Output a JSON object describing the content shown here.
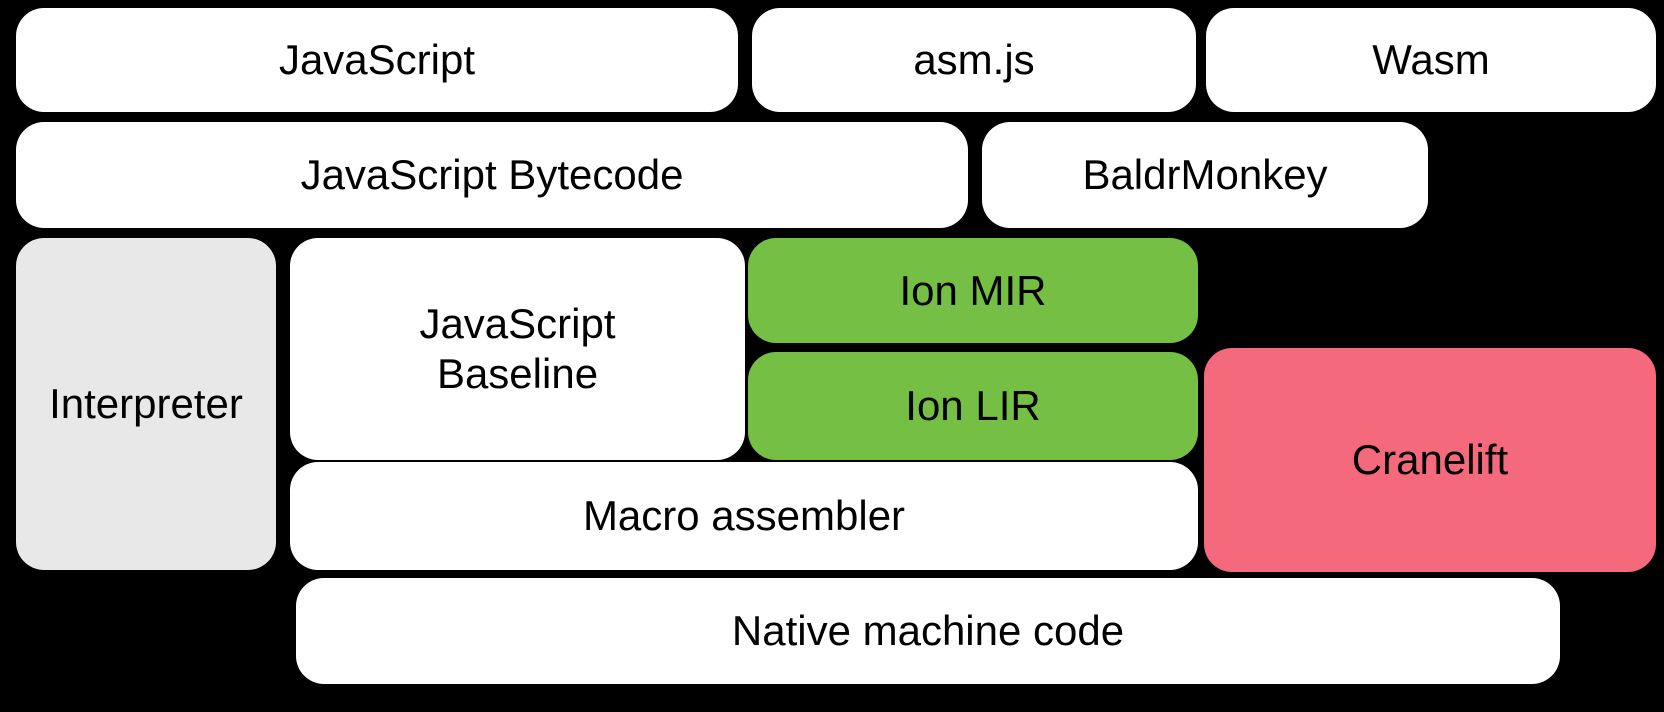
{
  "diagram": {
    "title": "JavaScript / Wasm compilation pipeline",
    "background": "#000000",
    "colors": {
      "box_white": "#ffffff",
      "box_green": "#74bf44",
      "box_pink": "#f4697b",
      "box_gray": "#e8e8e8",
      "text": "#000000"
    },
    "boxes": {
      "javascript": {
        "label": "JavaScript"
      },
      "asmjs": {
        "label": "asm.js"
      },
      "wasm": {
        "label": "Wasm"
      },
      "js_bytecode": {
        "label": "JavaScript Bytecode"
      },
      "baldrmonkey": {
        "label": "BaldrMonkey"
      },
      "interpreter": {
        "label": "Interpreter"
      },
      "js_baseline": {
        "label": "JavaScript Baseline"
      },
      "ion_mir": {
        "label": "Ion MIR"
      },
      "ion_lir": {
        "label": "Ion LIR"
      },
      "cranelift": {
        "label": "Cranelift"
      },
      "macro_assembler": {
        "label": "Macro assembler"
      },
      "native_machine_code": {
        "label": "Native machine code"
      }
    }
  }
}
